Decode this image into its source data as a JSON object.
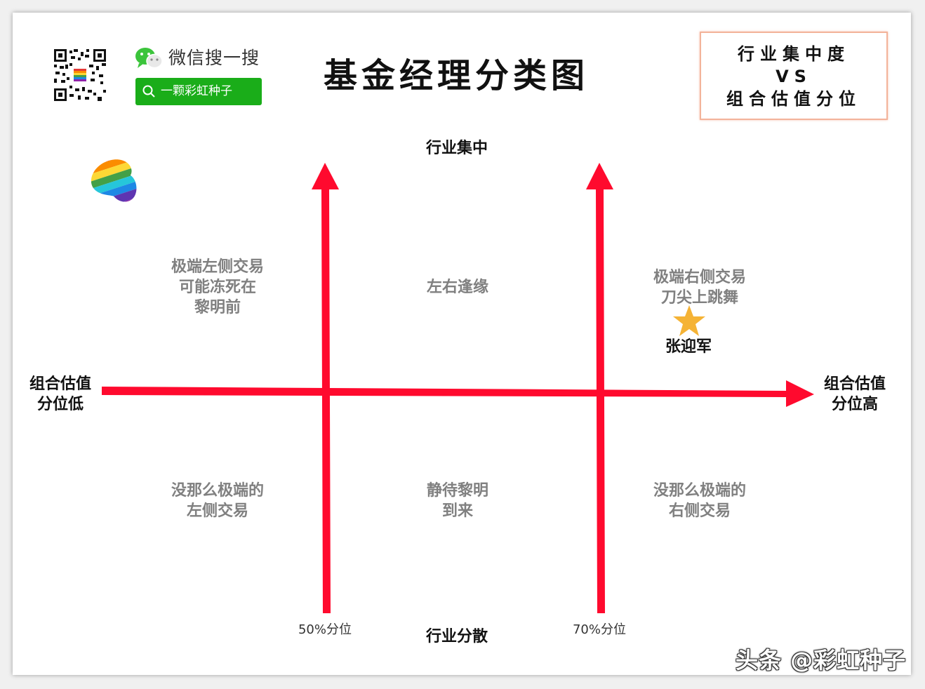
{
  "header": {
    "wechat_search_text": "微信搜一搜",
    "search_box_text": "一颗彩虹种子",
    "title": "基金经理分类图"
  },
  "subtitle": {
    "line1": "行业集中度",
    "line2": "VS",
    "line3": "组合估值分位"
  },
  "axes": {
    "top": "行业集中",
    "bottom": "行业分散",
    "left": [
      "组合估值",
      "分位低"
    ],
    "right": [
      "组合估值",
      "分位高"
    ],
    "marker_50": "50%分位",
    "marker_70": "70%分位"
  },
  "zones": {
    "top_left": [
      "极端左侧交易",
      "可能冻死在",
      "黎明前"
    ],
    "top_middle": "左右逢缘",
    "top_right": [
      "极端右侧交易",
      "刀尖上跳舞"
    ],
    "bottom_left": [
      "没那么极端的",
      "左侧交易"
    ],
    "bottom_middle": [
      "静待黎明",
      "到来"
    ],
    "bottom_right": [
      "没那么极端的",
      "右侧交易"
    ]
  },
  "point": {
    "label": "张迎军",
    "icon": "star-icon",
    "color": "#f5b335"
  },
  "colors": {
    "axis": "#ff0a2e",
    "wechat_green": "#1aad19",
    "zone_text": "#808080"
  },
  "watermark": "头条 @彩虹种子"
}
